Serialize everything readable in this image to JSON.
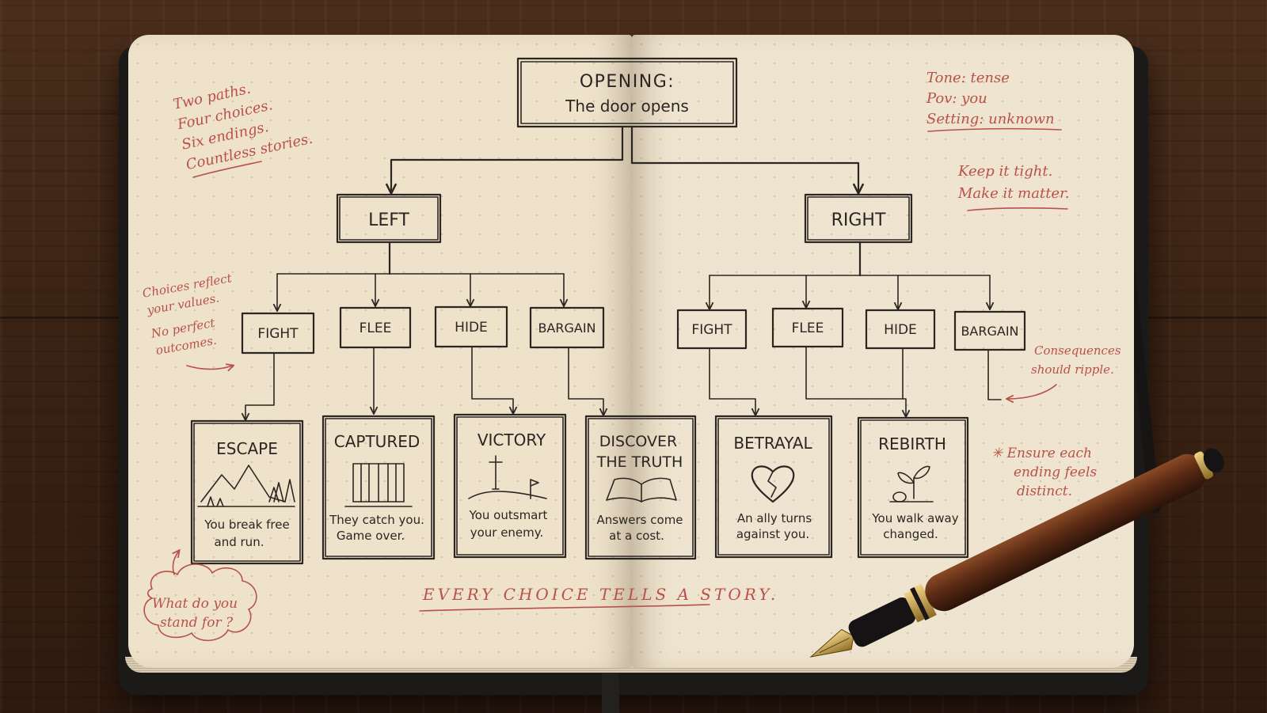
{
  "opening": {
    "title": "OPENING:",
    "subtitle": "The door opens"
  },
  "paths": {
    "left": {
      "label": "LEFT",
      "choices": [
        "FIGHT",
        "FLEE",
        "HIDE",
        "BARGAIN"
      ]
    },
    "right": {
      "label": "RIGHT",
      "choices": [
        "FIGHT",
        "FLEE",
        "HIDE",
        "BARGAIN"
      ]
    }
  },
  "endings": [
    {
      "title": [
        "ESCAPE"
      ],
      "caption": [
        "You break free",
        "and run."
      ],
      "icon": "mountains-icon"
    },
    {
      "title": [
        "CAPTURED"
      ],
      "caption": [
        "They catch you.",
        "Game over."
      ],
      "icon": "cage-icon"
    },
    {
      "title": [
        "VICTORY"
      ],
      "caption": [
        "You outsmart",
        "your enemy."
      ],
      "icon": "sword-flag-icon"
    },
    {
      "title": [
        "DISCOVER",
        "THE TRUTH"
      ],
      "caption": [
        "Answers come",
        "at a cost."
      ],
      "icon": "open-book-icon"
    },
    {
      "title": [
        "BETRAYAL"
      ],
      "caption": [
        "An ally turns",
        "against you."
      ],
      "icon": "broken-heart-icon"
    },
    {
      "title": [
        "REBIRTH"
      ],
      "caption": [
        "You walk away",
        "changed."
      ],
      "icon": "sprout-icon"
    }
  ],
  "notes": {
    "top_left": [
      "Two paths.",
      "Four choices.",
      "Six endings.",
      "Countless stories."
    ],
    "mid_left": [
      "Choices reflect",
      "your values.",
      "No perfect",
      "outcomes."
    ],
    "bottom_left": [
      "What do you",
      "stand for ?"
    ],
    "top_right": [
      "Tone: tense",
      "Pov: you",
      "Setting: unknown"
    ],
    "right_mid": [
      "Keep it tight.",
      "Make it matter."
    ],
    "right_consequence": [
      "Consequences",
      "should ripple."
    ],
    "right_bottom": [
      "✳ Ensure each",
      "ending feels",
      "distinct."
    ],
    "footer": "EVERY CHOICE TELLS A STORY."
  },
  "colors": {
    "ink": "#2b2622",
    "red_ink": "#b9514a",
    "paper": "#efe4cf",
    "wood": "#3b2314"
  }
}
